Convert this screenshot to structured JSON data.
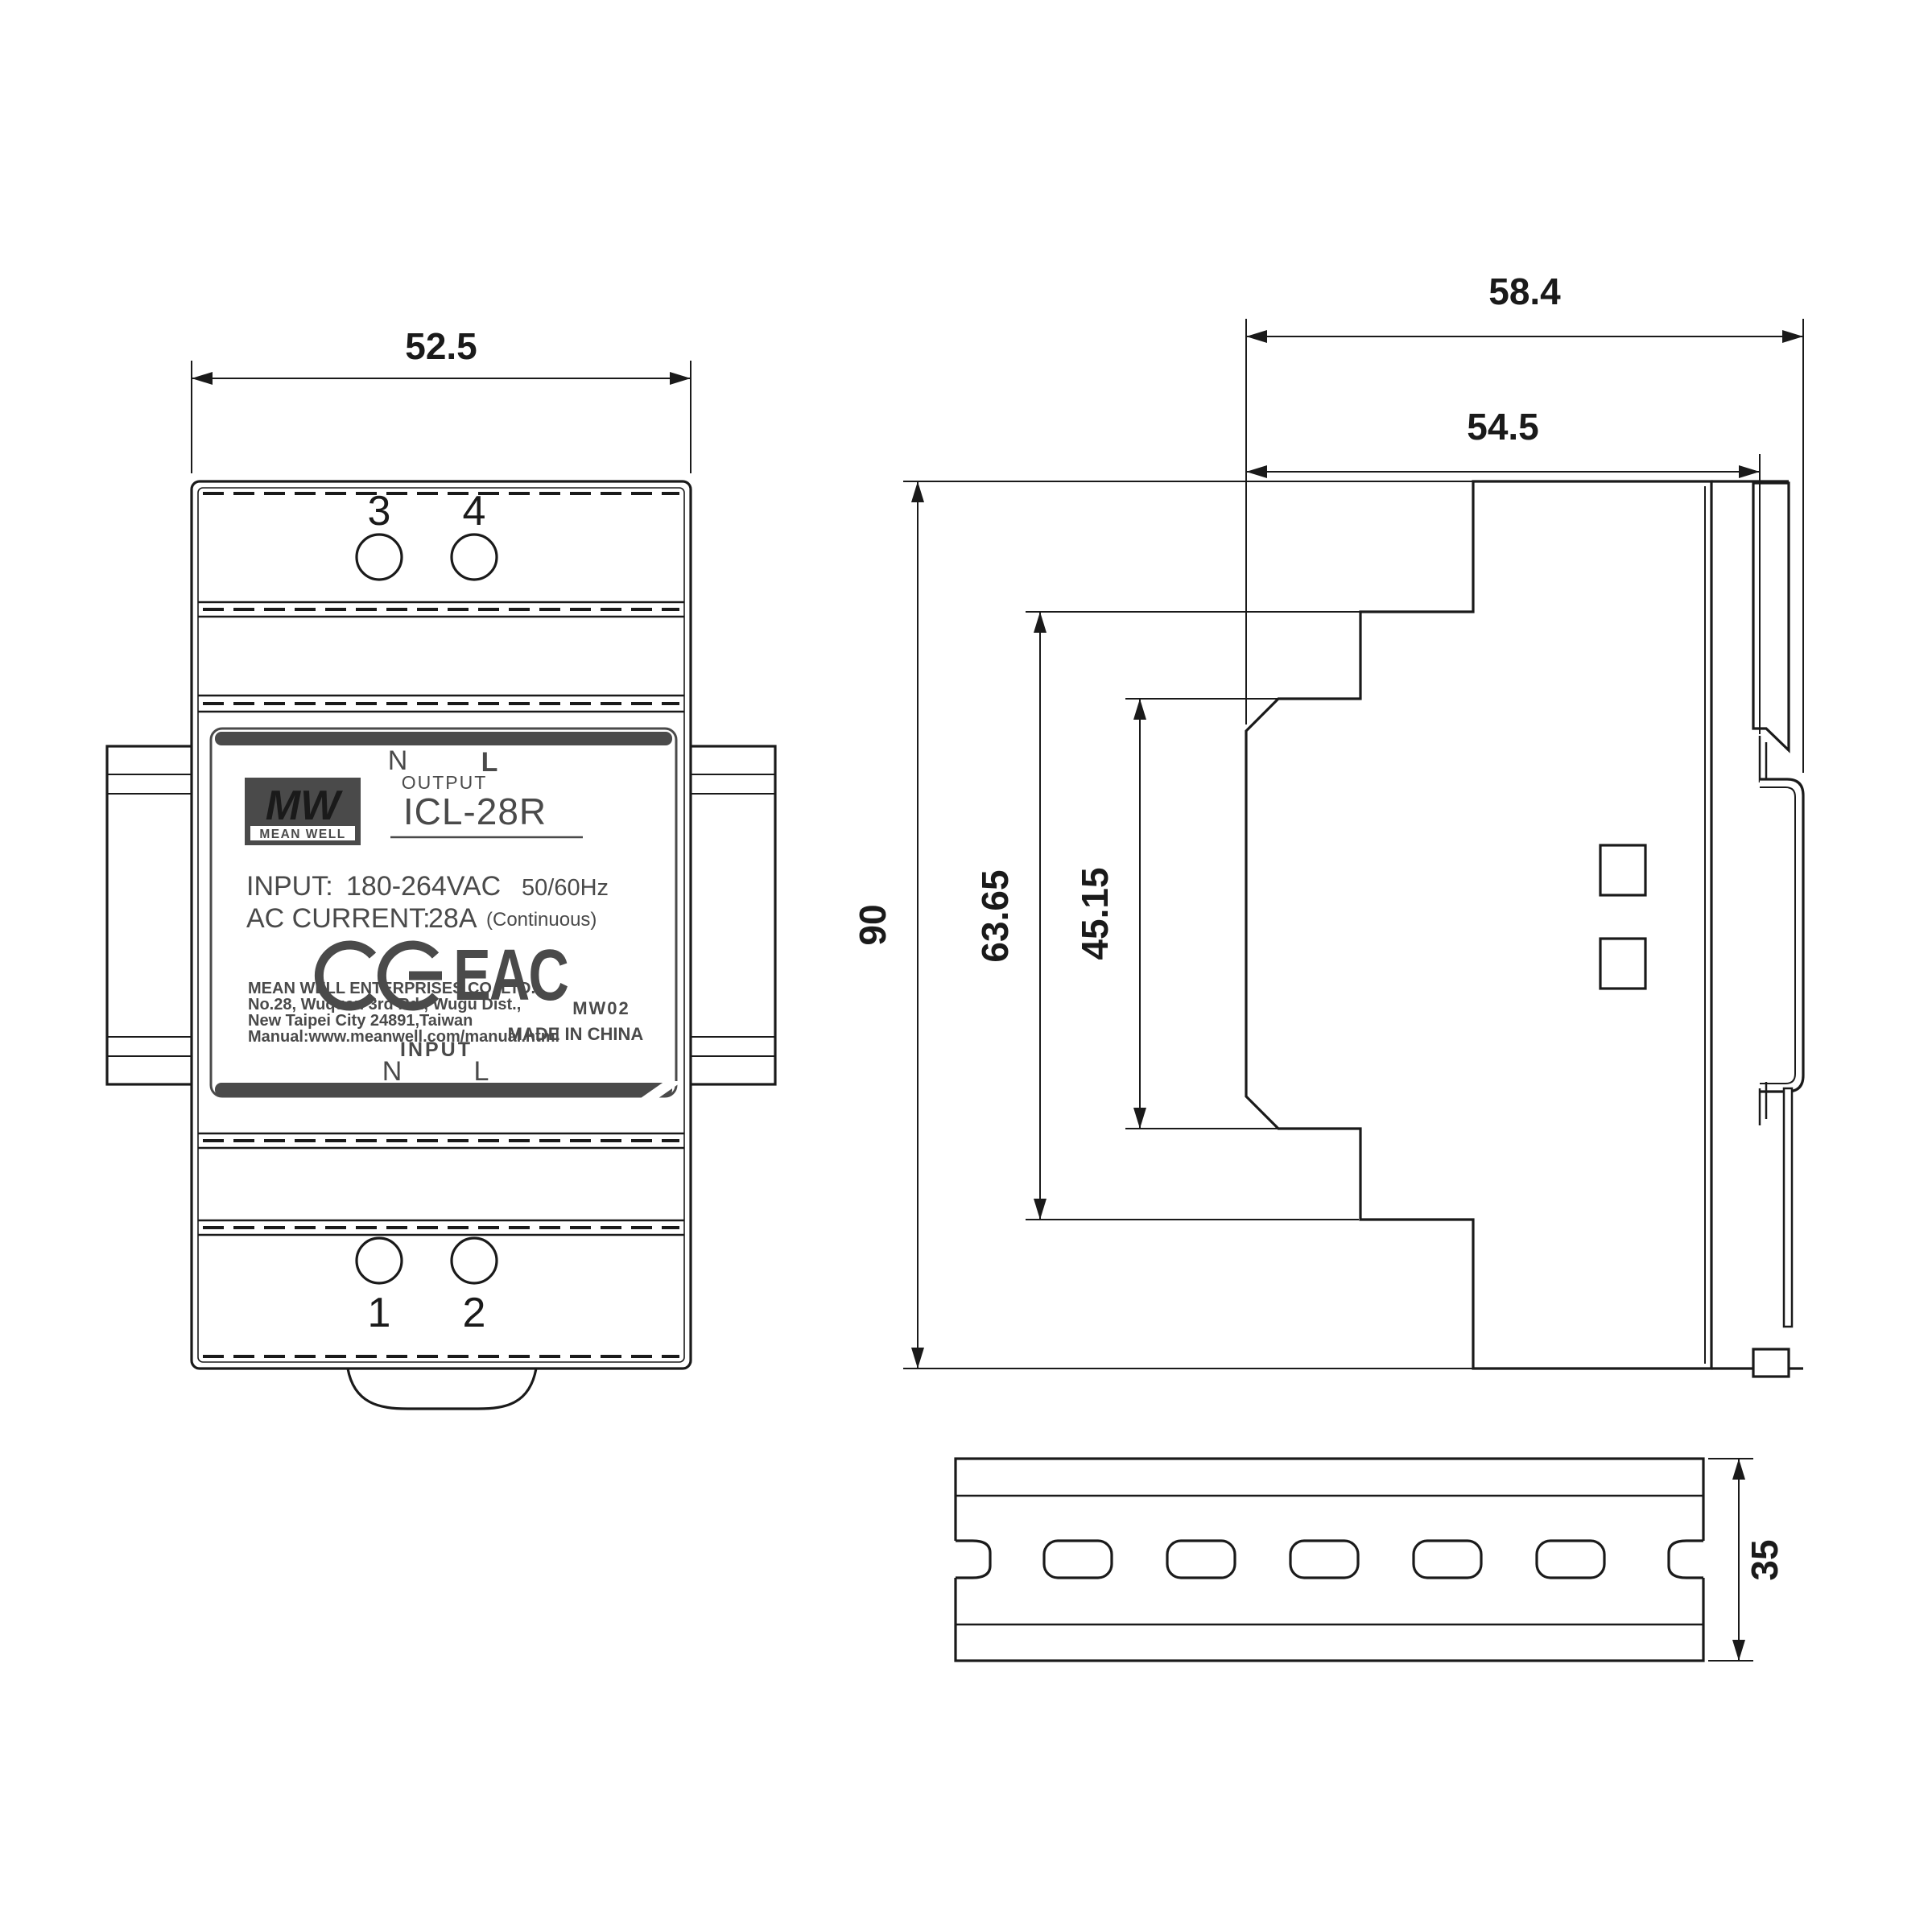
{
  "drawing": {
    "type": "mechanical-dimension-drawing",
    "product": "ICL-28R",
    "unit_color_ink": "#1a1a1a",
    "unit_color_label": "#4a4a4a",
    "background": "#ffffff"
  },
  "dimensions": {
    "front_width": "52.5",
    "side_depth_total": "58.4",
    "side_depth_body": "54.5",
    "height": "90",
    "step_height_outer": "63.65",
    "step_height_inner": "45.15",
    "rail_height": "35"
  },
  "terminals": {
    "t1": "1",
    "t2": "2",
    "t3": "3",
    "t4": "4"
  },
  "label": {
    "output_n": "N",
    "output_l": "L",
    "output_caption": "OUTPUT",
    "logo_mw": "MW",
    "logo_meanwell": "MEAN WELL",
    "model": "ICL-28R",
    "input_key": "INPUT:",
    "input_value": "180-264VAC",
    "input_freq": "50/60Hz",
    "current_key": "AC CURRENT:",
    "current_value": "28A",
    "current_note": "(Continuous)",
    "eac_mark": "EAC",
    "address_line1": "MEAN WELL ENTERPRISES CO.,LTD.",
    "address_line2": "No.28, Wuquan 3rd Rd., Wugu Dist.,",
    "address_line3": "New Taipei City 24891,Taiwan",
    "address_line4": "Manual:www.meanwell.com/manual.html",
    "rev_code": "MW02",
    "origin": "MADE IN CHINA",
    "input_caption": "INPUT",
    "input_n": "N",
    "input_l": "L"
  }
}
